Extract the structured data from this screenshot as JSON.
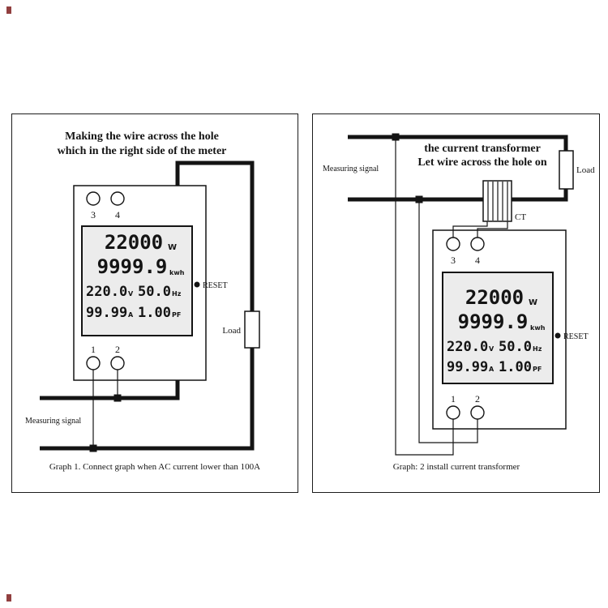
{
  "left_panel": {
    "title_line1": "Making the wire across the hole",
    "title_line2": "which in the right side of the meter",
    "measuring_signal": "Measuring signal",
    "load_label": "Load",
    "caption": "Graph 1. Connect graph when AC current lower than 100A"
  },
  "right_panel": {
    "title_line1": "the current transformer",
    "title_line2": "Let wire across the hole on",
    "measuring_signal": "Measuring signal",
    "load_label": "Load",
    "ct_label": "CT",
    "caption": "Graph: 2 install current transformer"
  },
  "meter_display": {
    "terminal_3": "3",
    "terminal_4": "4",
    "terminal_1": "1",
    "terminal_2": "2",
    "reset_label": "RESET",
    "row1_value": "22000",
    "row1_unit": "W",
    "row2_value": "9999.9",
    "row2_unit": "kwh",
    "row3_value1": "220.0",
    "row3_unit1": "V",
    "row3_value2": "50.0",
    "row3_unit2": "Hz",
    "row4_value1": "99.99",
    "row4_unit1": "A",
    "row4_value2": "1.00",
    "row4_unit2": "PF"
  }
}
